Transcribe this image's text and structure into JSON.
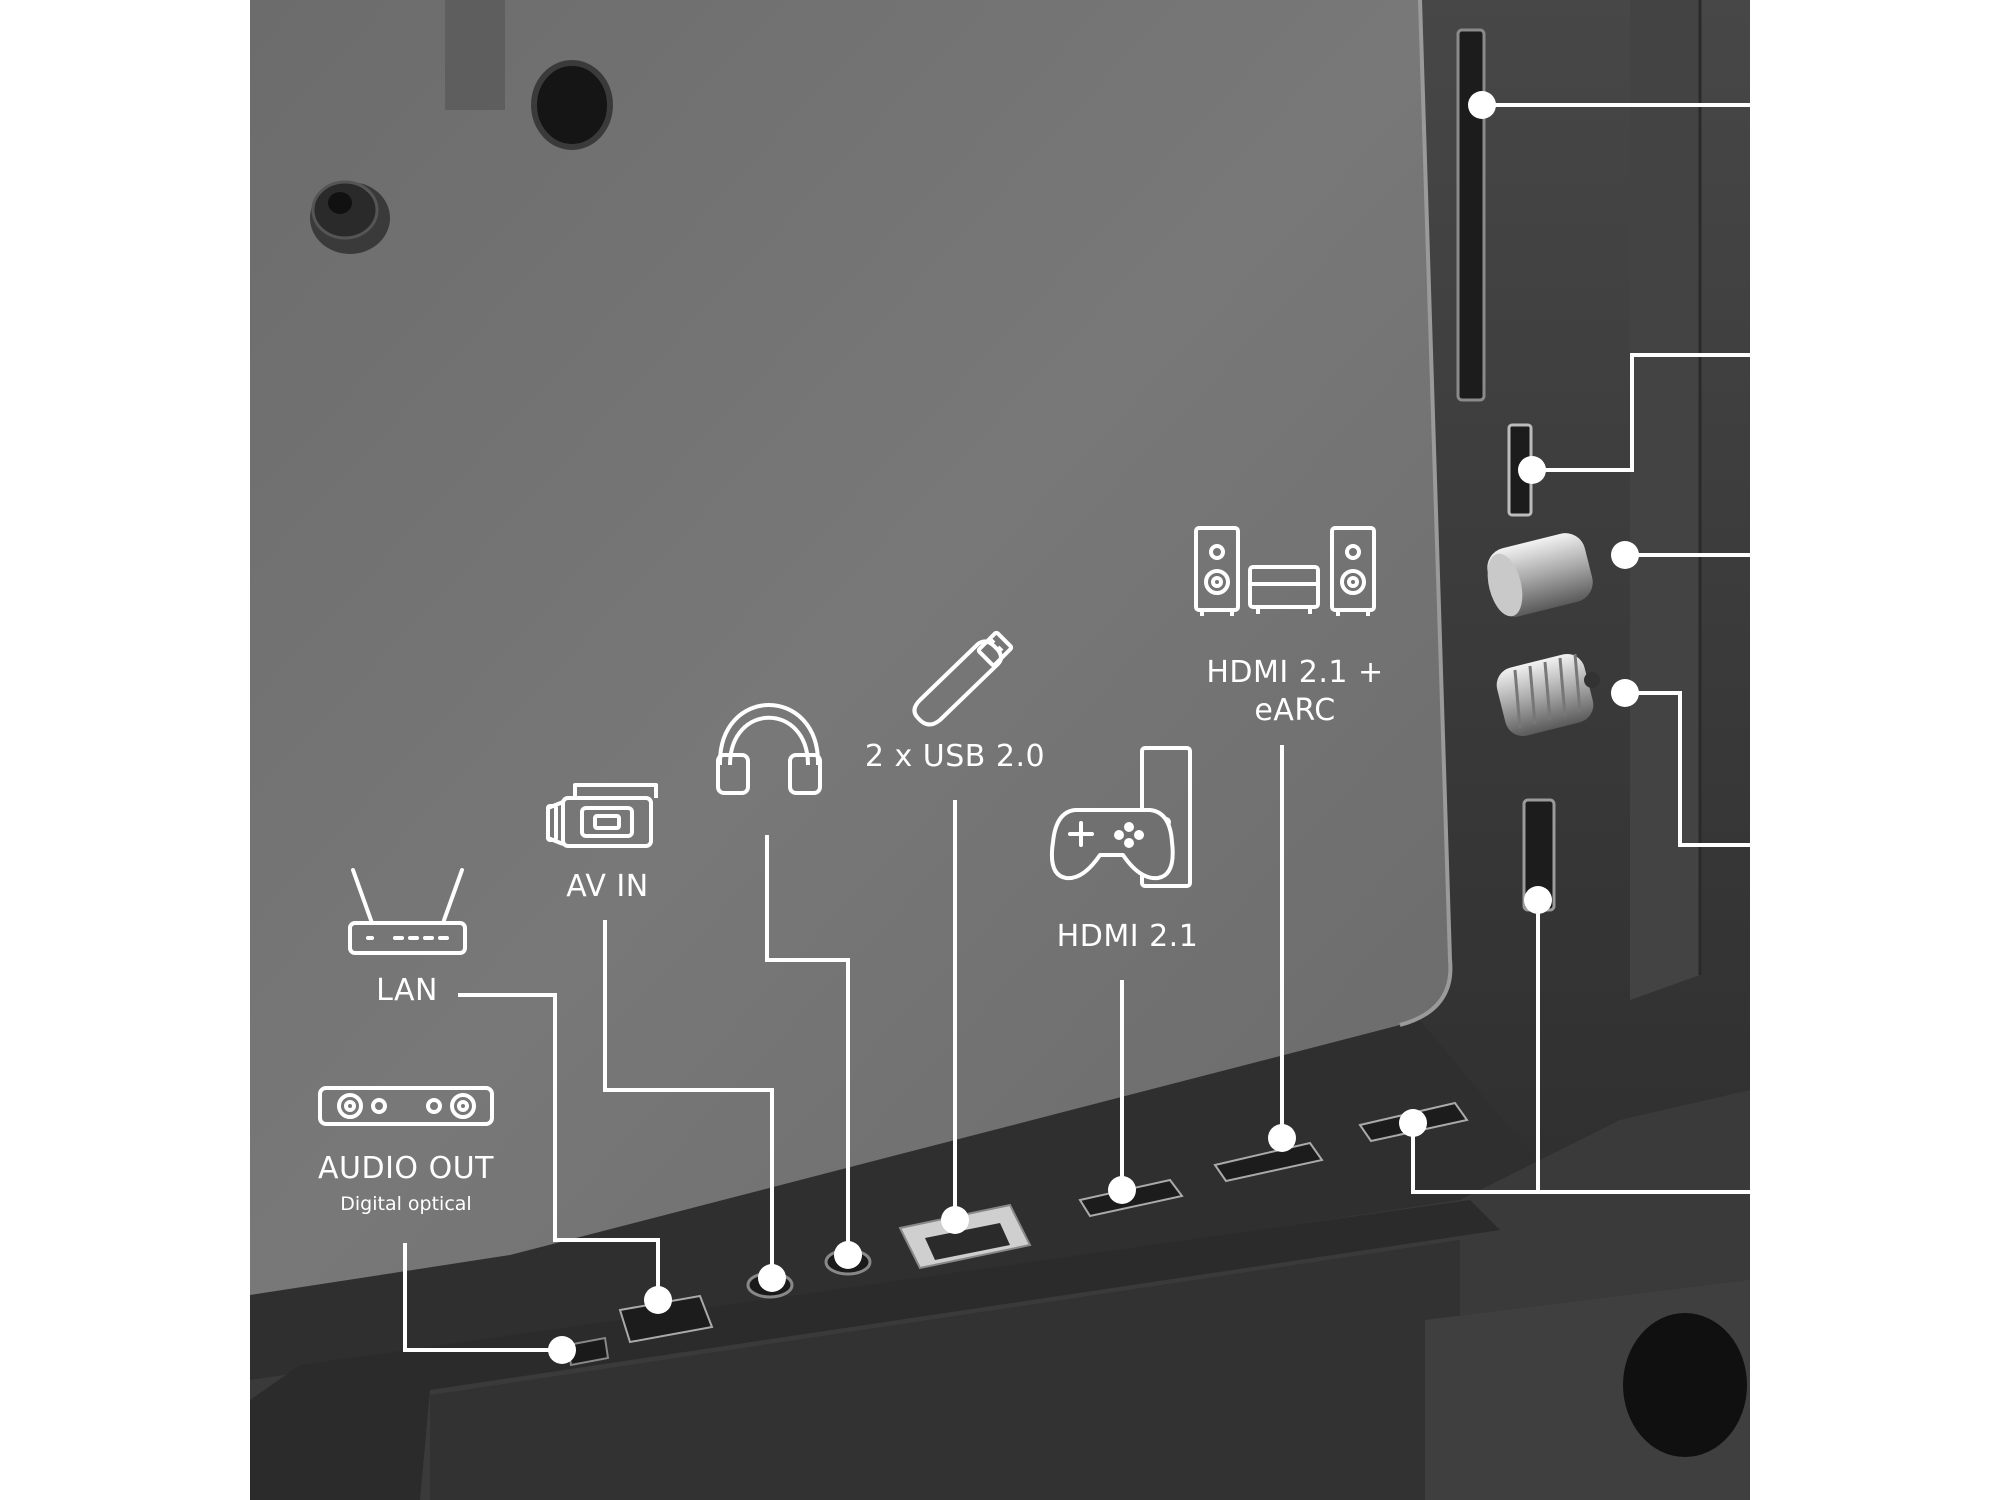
{
  "labels": {
    "audio_out": "AUDIO OUT",
    "audio_out_sub": "Digital optical",
    "lan": "LAN",
    "av_in": "AV IN",
    "usb": "2 x USB 2.0",
    "hdmi21": "HDMI 2.1",
    "hdmi21_earc_line1": "HDMI 2.1 +",
    "hdmi21_earc_line2": "eARC"
  },
  "icons": [
    "soundbar-icon",
    "router-icon",
    "camcorder-icon",
    "headphones-icon",
    "usb-stick-icon",
    "gamepad-console-icon",
    "home-theater-icon"
  ],
  "colors": {
    "background": "#ffffff",
    "panel": "#707070",
    "frame": "#3c3c3c",
    "callout": "#ffffff"
  }
}
